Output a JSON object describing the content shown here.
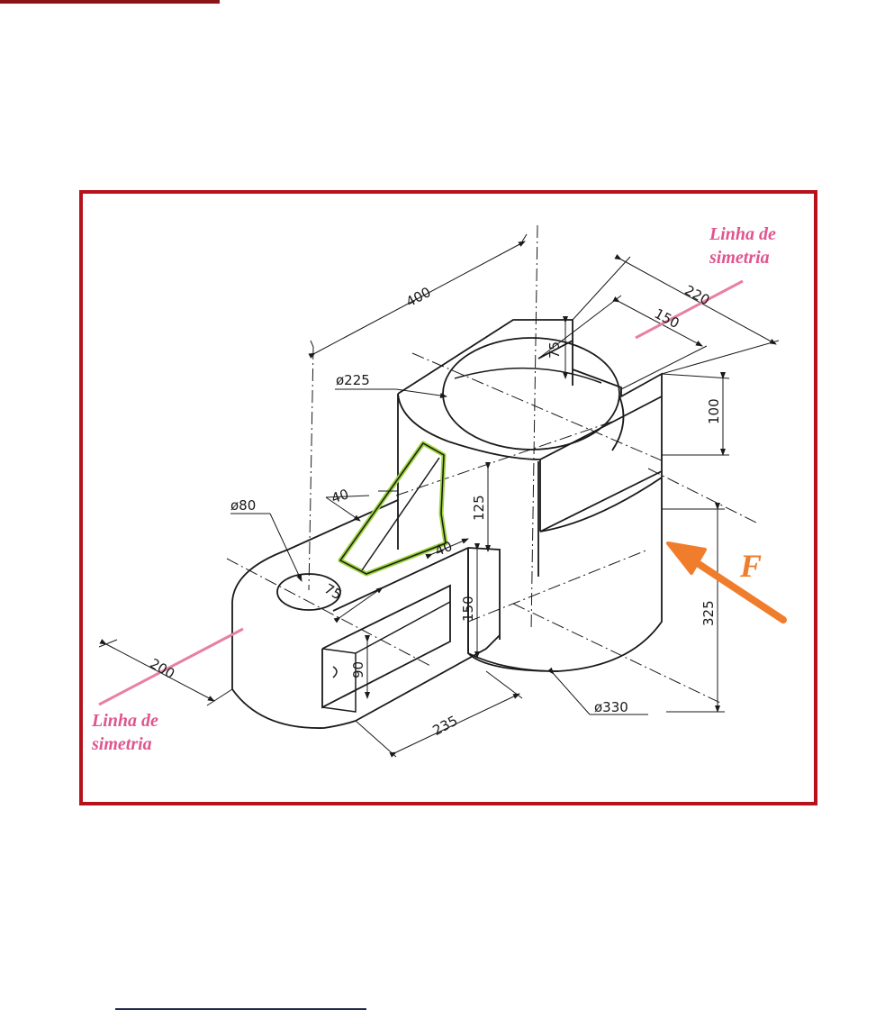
{
  "colors": {
    "frame": "#b5121b",
    "top_rule": "#8b1418",
    "bottom_rule": "#1f2a4a",
    "symmetry": "#e87fa5",
    "symmetry_text": "#e0558f",
    "rib_highlight": "#9bd23a",
    "force": "#f07d2b"
  },
  "labels": {
    "symmetry_top": [
      "Linha de",
      "simetria"
    ],
    "symmetry_bottom": [
      "Linha de",
      "simetria"
    ],
    "force": "F"
  },
  "dimensions": {
    "d400": "400",
    "d220": "220",
    "d150_top": "150",
    "d75_top": "75",
    "d100": "100",
    "dia225": "ø225",
    "d125": "125",
    "d40_left": "40",
    "d40_right": "40",
    "dia80": "ø80",
    "d75_bottom": "75",
    "d150_side": "150",
    "d90": "90",
    "d200": "200",
    "d235": "235",
    "dia330": "ø330",
    "d325": "325"
  }
}
